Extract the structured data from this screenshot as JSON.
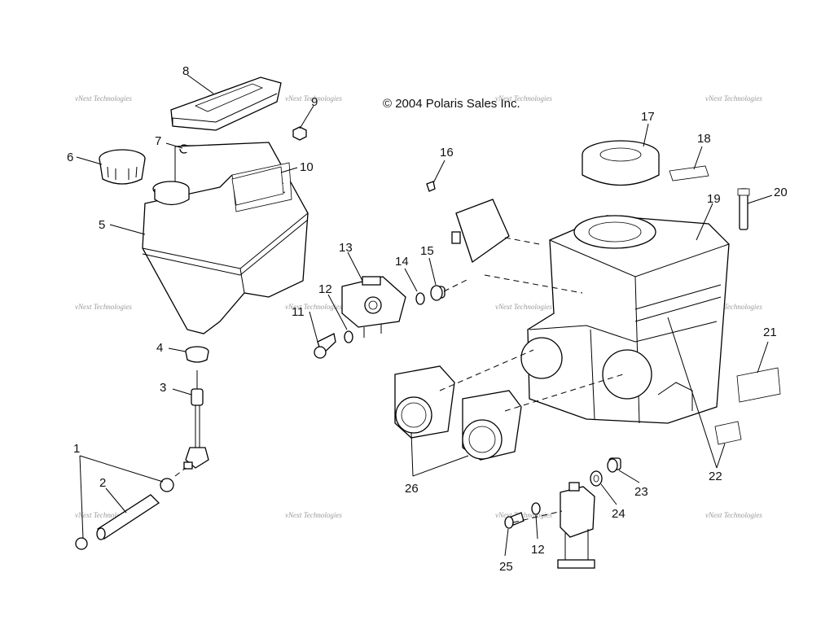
{
  "copyright": "© 2004 Polaris Sales Inc.",
  "watermark": "vNext Technologies",
  "callouts": [
    {
      "id": "c1",
      "label": "1"
    },
    {
      "id": "c2",
      "label": "2"
    },
    {
      "id": "c3",
      "label": "3"
    },
    {
      "id": "c4",
      "label": "4"
    },
    {
      "id": "c5",
      "label": "5"
    },
    {
      "id": "c6",
      "label": "6"
    },
    {
      "id": "c7",
      "label": "7"
    },
    {
      "id": "c8",
      "label": "8"
    },
    {
      "id": "c9",
      "label": "9"
    },
    {
      "id": "c10",
      "label": "10"
    },
    {
      "id": "c11",
      "label": "11"
    },
    {
      "id": "c12a",
      "label": "12"
    },
    {
      "id": "c13",
      "label": "13"
    },
    {
      "id": "c14",
      "label": "14"
    },
    {
      "id": "c15",
      "label": "15"
    },
    {
      "id": "c16",
      "label": "16"
    },
    {
      "id": "c17",
      "label": "17"
    },
    {
      "id": "c18",
      "label": "18"
    },
    {
      "id": "c19",
      "label": "19"
    },
    {
      "id": "c20",
      "label": "20"
    },
    {
      "id": "c21",
      "label": "21"
    },
    {
      "id": "c22",
      "label": "22"
    },
    {
      "id": "c23",
      "label": "23"
    },
    {
      "id": "c24",
      "label": "24"
    },
    {
      "id": "c25",
      "label": "25"
    },
    {
      "id": "c26",
      "label": "26"
    },
    {
      "id": "c12b",
      "label": "12"
    }
  ]
}
